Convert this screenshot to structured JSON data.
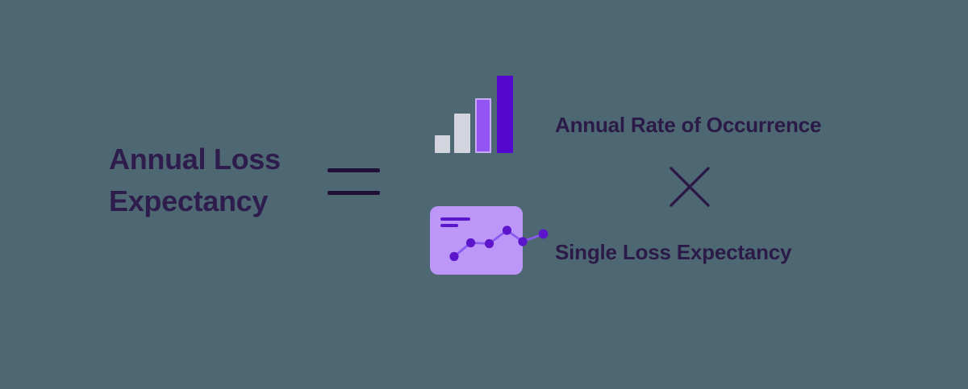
{
  "diagram": {
    "title": "Annual Loss Expectancy",
    "equals_symbol": "=",
    "multiply_symbol": "×",
    "factors": [
      {
        "label": "Annual Rate of Occurrence",
        "icon": "bar-chart-icon"
      },
      {
        "label": "Single Loss Expectancy",
        "icon": "line-chart-card-icon"
      }
    ],
    "colors": {
      "background": "#4d6872",
      "title_text": "#2e1c4d",
      "label_text": "#2b1a47",
      "equals_sign": "#201038",
      "bar_gray": "#d2d4de",
      "bar_purple": "#9254f3",
      "bar_purple_border": "#c9aafa",
      "bar_violet": "#5408cf",
      "card_fill": "#bd97f8",
      "card_text_lines": "#5a16c9",
      "trend_dot": "#5c15cb",
      "trend_line": "#8a5af0"
    }
  }
}
